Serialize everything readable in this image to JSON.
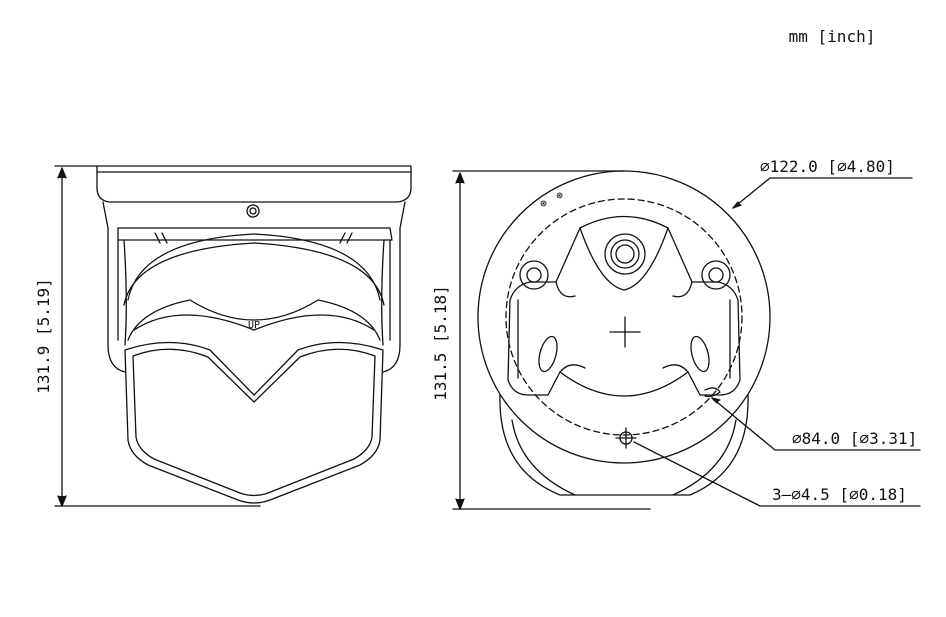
{
  "units": "mm [inch]",
  "side_view": {
    "height_dimension": "131.9 [5.19]",
    "mark": "UP"
  },
  "bottom_view": {
    "height_dimension": "131.5 [5.18]",
    "outer_diameter": "⌀122.0 [⌀4.80]",
    "mount_circle_diameter": "⌀84.0 [⌀3.31]",
    "mount_holes": "3–⌀4.5 [⌀0.18]",
    "marks": [
      "⊕",
      "⊕"
    ]
  },
  "colors": {
    "line": "#111111",
    "background": "#ffffff"
  }
}
